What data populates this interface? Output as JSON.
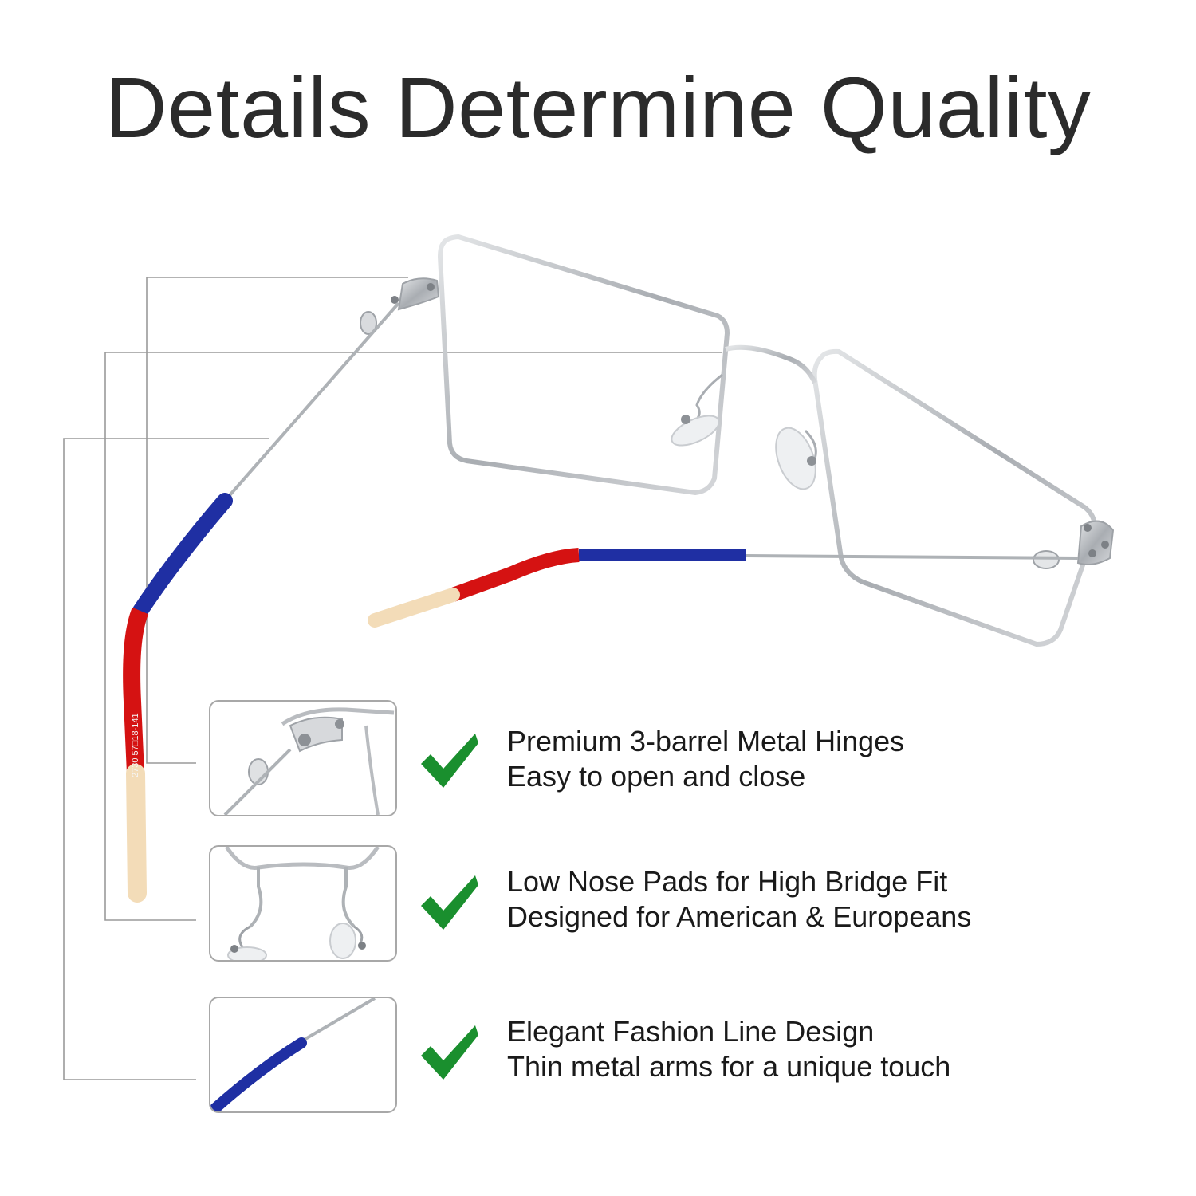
{
  "headline": "Details Determine Quality",
  "temple_engraving": "2730 57□18-141",
  "features": [
    {
      "line1": "Premium 3-barrel Metal Hinges",
      "line2": "Easy to open and close",
      "icon": "checkmark-icon",
      "thumbnail": "hinge-closeup"
    },
    {
      "line1": "Low Nose Pads for High Bridge Fit",
      "line2": "Designed for American & Europeans",
      "icon": "checkmark-icon",
      "thumbnail": "nose-pads-closeup"
    },
    {
      "line1": "Elegant Fashion Line Design",
      "line2": "Thin metal arms for a unique touch",
      "icon": "checkmark-icon",
      "thumbnail": "temple-tip-closeup"
    }
  ],
  "colors": {
    "headline": "#2b2b2b",
    "check": "#1a8f2e",
    "frame_silver": "#b9bcc0",
    "temple_blue": "#1f2fa3",
    "temple_red": "#d51212",
    "tip_cream": "#f3dcb8",
    "leader_line": "#9a9a9a"
  }
}
